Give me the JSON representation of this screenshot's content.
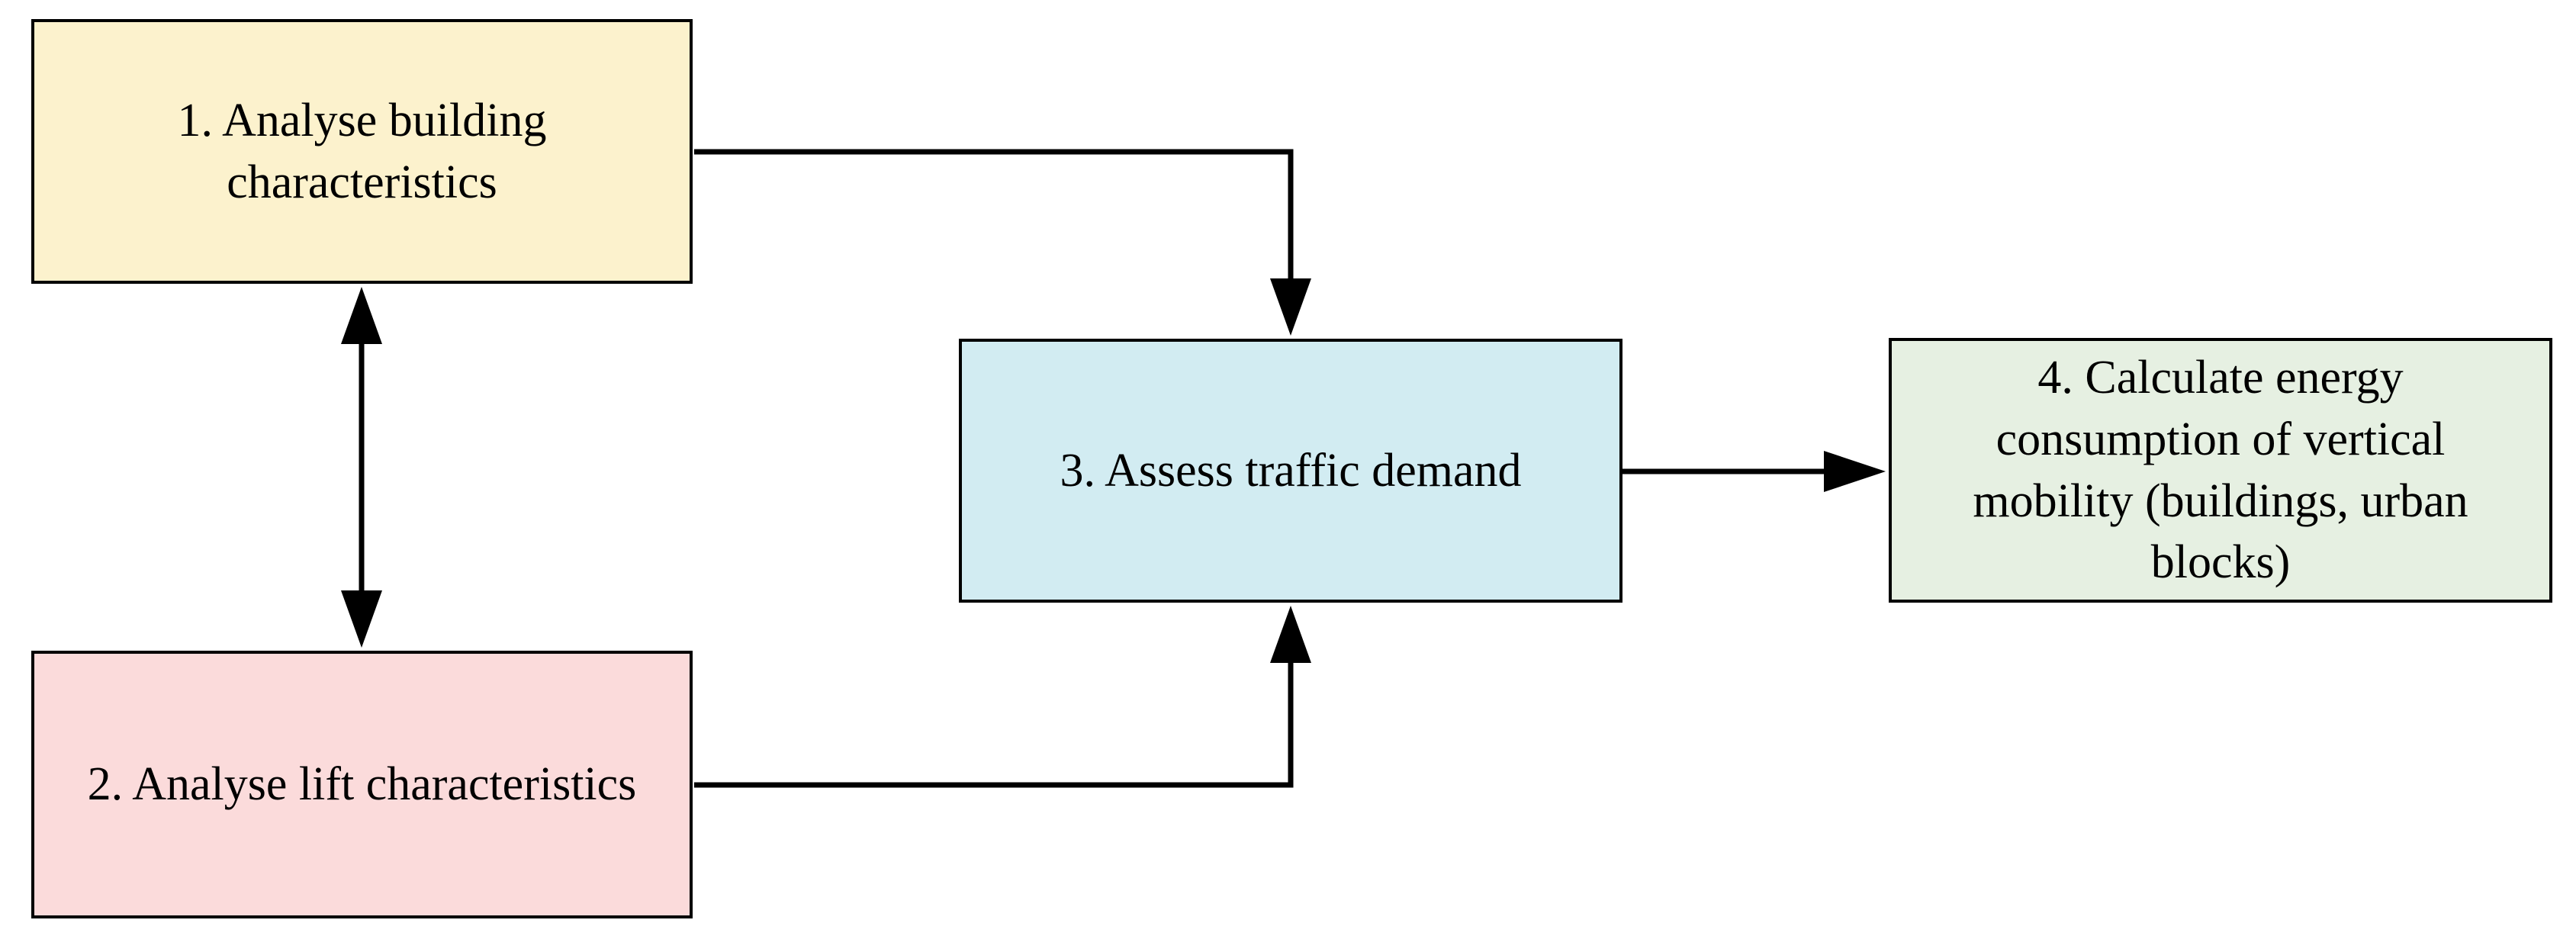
{
  "diagram": {
    "type": "flowchart",
    "background": "#FFFFFF",
    "border_color": "#000000",
    "arrow_color": "#000000",
    "nodes": [
      {
        "id": "step-1",
        "label": "1. Analyse building characteristics",
        "fill": "#FCF2CD"
      },
      {
        "id": "step-2",
        "label": "2. Analyse lift characteristics",
        "fill": "#FBDBDB"
      },
      {
        "id": "step-3",
        "label": "3. Assess traffic demand",
        "fill": "#D2ECF2"
      },
      {
        "id": "step-4",
        "label": "4. Calculate energy consumption of vertical mobility (buildings, urban blocks)",
        "fill": "#E6F0E2"
      }
    ],
    "edges": [
      {
        "from": "step-1",
        "to": "step-2",
        "style": "double-headed",
        "description": "bidirectional arrow between analyse building characteristics and analyse lift characteristics"
      },
      {
        "from": "step-1",
        "to": "step-3",
        "style": "arrow",
        "description": "elbow arrow from analyse building characteristics into top of assess traffic demand"
      },
      {
        "from": "step-2",
        "to": "step-3",
        "style": "arrow",
        "description": "elbow arrow from analyse lift characteristics into bottom of assess traffic demand"
      },
      {
        "from": "step-3",
        "to": "step-4",
        "style": "arrow",
        "description": "straight arrow from assess traffic demand to calculate energy consumption"
      }
    ]
  }
}
